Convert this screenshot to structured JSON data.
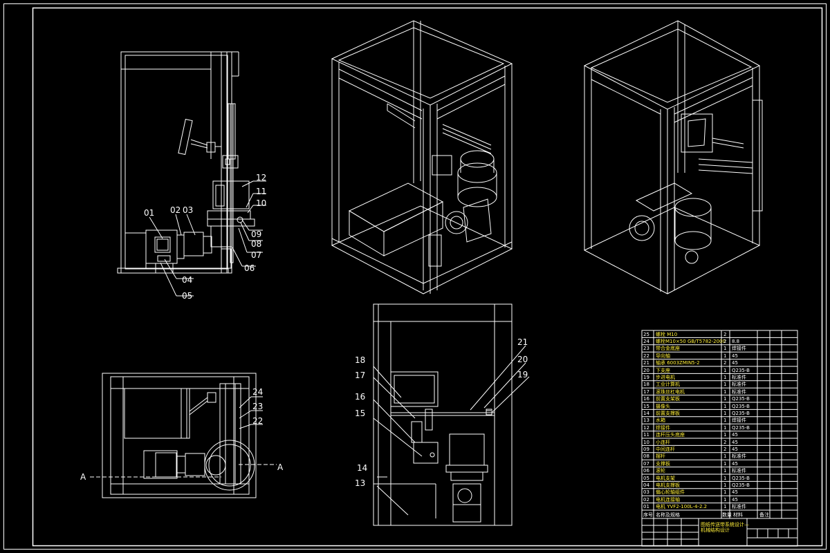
{
  "colors": {
    "background": "#000000",
    "line": "#ffffff",
    "highlight": "#ffef3a"
  },
  "callouts": {
    "side_view": [
      "01",
      "02",
      "03",
      "04",
      "05",
      "06",
      "07",
      "08",
      "09",
      "10",
      "11",
      "12"
    ],
    "front_view": [
      "13",
      "14",
      "15",
      "16",
      "17",
      "18",
      "19",
      "20",
      "21"
    ],
    "top_view": [
      "22",
      "23",
      "24"
    ],
    "section_marks": [
      "A",
      "A"
    ]
  },
  "bom": {
    "rows": [
      {
        "no": "25",
        "name": "螺栓 M10",
        "qty": "2",
        "material": ""
      },
      {
        "no": "24",
        "name": "螺栓M10×50 GB/T5782-2000",
        "qty": "2",
        "material": "8.8"
      },
      {
        "no": "23",
        "name": "带合金底座",
        "qty": "1",
        "material": "焊接件"
      },
      {
        "no": "22",
        "name": "导向轴",
        "qty": "1",
        "material": "45"
      },
      {
        "no": "21",
        "name": "轴承 6003ZMIN5-2",
        "qty": "2",
        "material": "45"
      },
      {
        "no": "20",
        "name": "下支座",
        "qty": "1",
        "material": "Q235-B"
      },
      {
        "no": "19",
        "name": "步进电机",
        "qty": "1",
        "material": "标准件"
      },
      {
        "no": "18",
        "name": "工业计算机",
        "qty": "1",
        "material": "标准件"
      },
      {
        "no": "17",
        "name": "滚珠丝杠电机",
        "qty": "1",
        "material": "标准件"
      },
      {
        "no": "16",
        "name": "前置支架板",
        "qty": "1",
        "material": "Q235-B"
      },
      {
        "no": "15",
        "name": "摄像头",
        "qty": "1",
        "material": "Q235-B"
      },
      {
        "no": "14",
        "name": "前置支撑板",
        "qty": "1",
        "material": "Q235-B"
      },
      {
        "no": "13",
        "name": "水箱",
        "qty": "1",
        "material": "焊接件"
      },
      {
        "no": "12",
        "name": "焊接件",
        "qty": "1",
        "material": "Q235-B"
      },
      {
        "no": "11",
        "name": "连杆压头底座",
        "qty": "1",
        "material": "45"
      },
      {
        "no": "10",
        "name": "小连杆",
        "qty": "2",
        "material": "45"
      },
      {
        "no": "09",
        "name": "中间连杆",
        "qty": "2",
        "material": "45"
      },
      {
        "no": "08",
        "name": "摆杆",
        "qty": "1",
        "material": "标准件"
      },
      {
        "no": "07",
        "name": "支撑板",
        "qty": "1",
        "material": "45"
      },
      {
        "no": "06",
        "name": "滚轮",
        "qty": "1",
        "material": "标准件"
      },
      {
        "no": "05",
        "name": "电机支架",
        "qty": "1",
        "material": "Q235-B"
      },
      {
        "no": "04",
        "name": "电机支撑板",
        "qty": "1",
        "material": "Q235-B"
      },
      {
        "no": "03",
        "name": "偏心轮轴组件",
        "qty": "1",
        "material": "45"
      },
      {
        "no": "02",
        "name": "电机连接轴",
        "qty": "1",
        "material": "45"
      },
      {
        "no": "01",
        "name": "电机 YVF2-100L-4-2.2",
        "qty": "1",
        "material": "标准件"
      }
    ],
    "header": {
      "no": "序号",
      "name": "名称及规格",
      "qty": "数量",
      "material": "材料",
      "note": "备注"
    },
    "title_block": {
      "title": "图纸传送带系统设计—\n机械结构设计"
    }
  }
}
